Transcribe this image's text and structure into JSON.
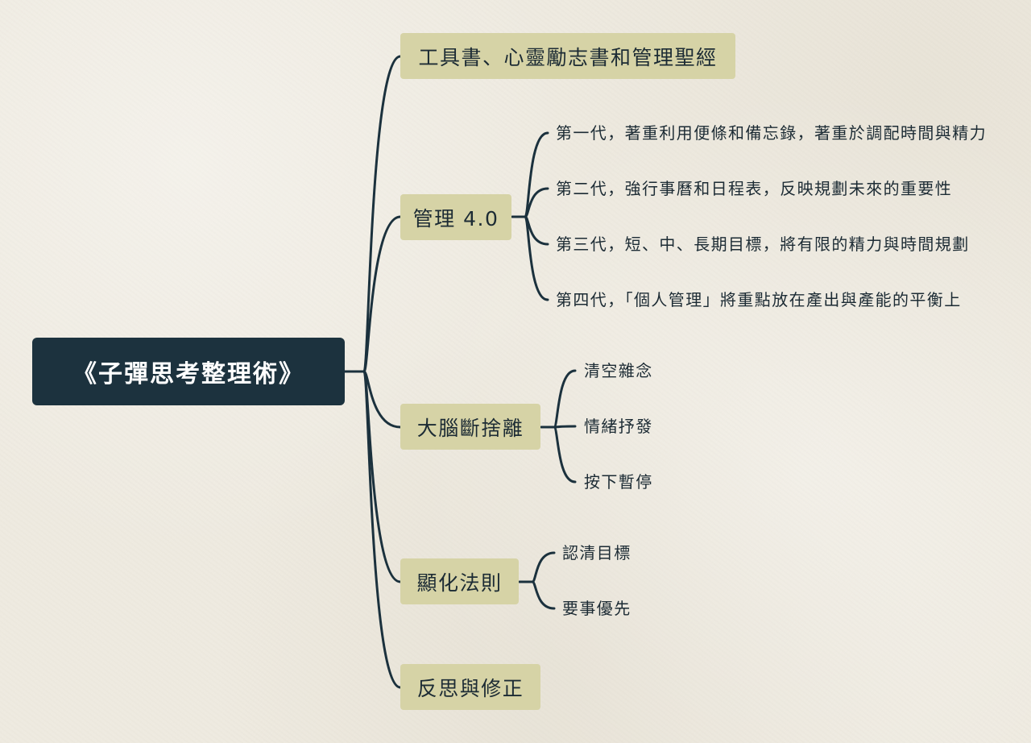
{
  "root": {
    "label": "《子彈思考整理術》"
  },
  "branches": [
    {
      "label": "工具書、心靈勵志書和管理聖經",
      "children": []
    },
    {
      "label": "管理 4.0",
      "children": [
        "第一代，著重利用便條和備忘錄，著重於調配時間與精力",
        "第二代，強行事曆和日程表，反映規劃未來的重要性",
        "第三代，短、中、長期目標，將有限的精力與時間規劃",
        "第四代，「個人管理」將重點放在產出與產能的平衡上"
      ]
    },
    {
      "label": "大腦斷捨離",
      "children": [
        "清空雜念",
        "情緒抒發",
        "按下暫停"
      ]
    },
    {
      "label": "顯化法則",
      "children": [
        "認清目標",
        "要事優先"
      ]
    },
    {
      "label": "反思與修正",
      "children": []
    }
  ],
  "colors": {
    "background": "#eeeae0",
    "root_fill": "#1c323e",
    "root_text": "#ffffff",
    "branch_fill": "#d6d3a6",
    "line": "#1b313d",
    "text": "#1c2b34"
  }
}
